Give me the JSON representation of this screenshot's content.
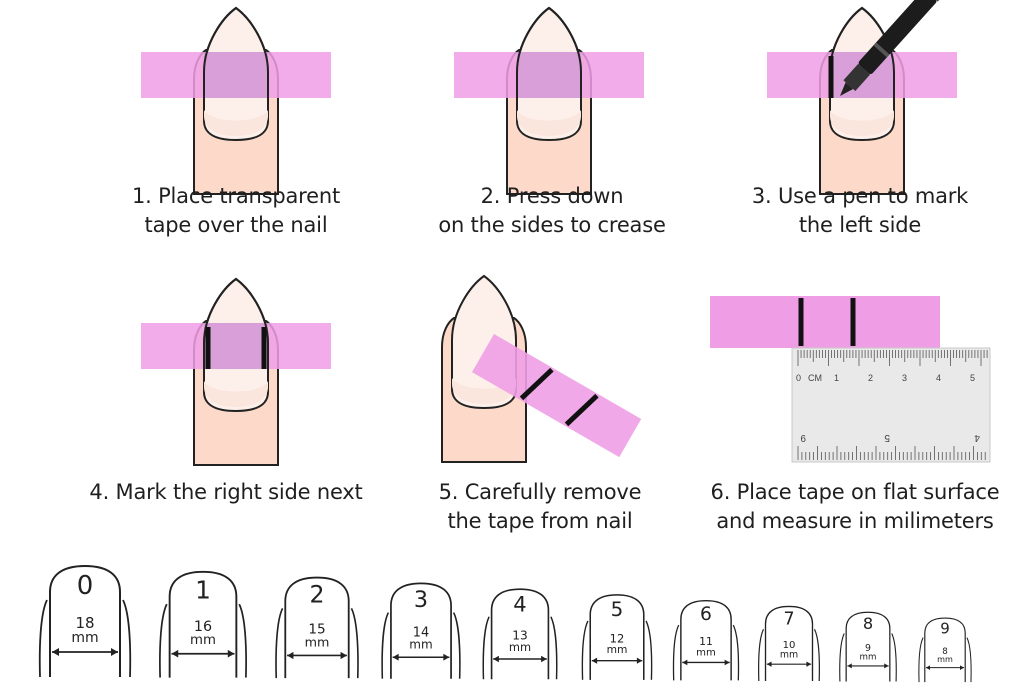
{
  "colors": {
    "tape": "#ef9ee5",
    "tape_overlap": "#d79cd6",
    "nail_bed": "#fcd9c8",
    "nail_tip": "#fdf0ea",
    "outline": "#222222",
    "mark": "#111111"
  },
  "steps": [
    {
      "number": "1",
      "lines": [
        "1. Place transparent",
        "tape over the nail"
      ]
    },
    {
      "number": "2",
      "lines": [
        "2. Press down",
        "on the sides to crease"
      ]
    },
    {
      "number": "3",
      "lines": [
        "3. Use a pen to mark",
        "the left side"
      ]
    },
    {
      "number": "4",
      "lines": [
        "4. Mark the right side next"
      ]
    },
    {
      "number": "5",
      "lines": [
        "5. Carefully remove",
        "the tape from nail"
      ]
    },
    {
      "number": "6",
      "lines": [
        "6. Place tape on flat surface",
        "and measure in milimeters"
      ]
    }
  ],
  "ruler": {
    "unit_label": "CM",
    "top_numbers": [
      "0",
      "1",
      "2",
      "3",
      "4",
      "5"
    ],
    "bottom_numbers": [
      "9",
      "5",
      "4"
    ]
  },
  "sizes": [
    {
      "size": "0",
      "mm": "18",
      "unit": "mm"
    },
    {
      "size": "1",
      "mm": "16",
      "unit": "mm"
    },
    {
      "size": "2",
      "mm": "15",
      "unit": "mm"
    },
    {
      "size": "3",
      "mm": "14",
      "unit": "mm"
    },
    {
      "size": "4",
      "mm": "13",
      "unit": "mm"
    },
    {
      "size": "5",
      "mm": "12",
      "unit": "mm"
    },
    {
      "size": "6",
      "mm": "11",
      "unit": "mm"
    },
    {
      "size": "7",
      "mm": "10",
      "unit": "mm"
    },
    {
      "size": "8",
      "mm": "9",
      "unit": "mm"
    },
    {
      "size": "9",
      "mm": "8",
      "unit": "mm"
    }
  ]
}
